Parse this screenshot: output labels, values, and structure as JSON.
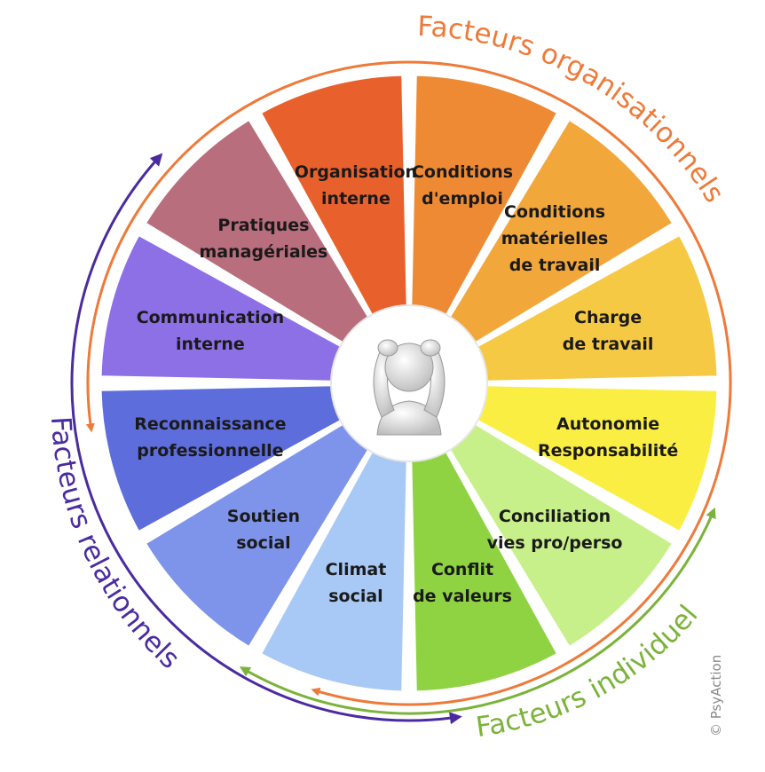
{
  "segments": [
    {
      "id": "conditions-emploi",
      "lines": [
        "Conditions",
        "d'emploi"
      ],
      "color": "#EE8A33"
    },
    {
      "id": "conditions-materielles",
      "lines": [
        "Conditions",
        "matérielles",
        "de travail"
      ],
      "color": "#F2A73B"
    },
    {
      "id": "charge-travail",
      "lines": [
        "Charge",
        "de travail"
      ],
      "color": "#F6C944"
    },
    {
      "id": "autonomie",
      "lines": [
        "Autonomie",
        "Responsabilité"
      ],
      "color": "#FBEE43"
    },
    {
      "id": "conciliation",
      "lines": [
        "Conciliation",
        "vies pro/perso"
      ],
      "color": "#C8F08A"
    },
    {
      "id": "conflit-valeurs",
      "lines": [
        "Conflit",
        "de valeurs"
      ],
      "color": "#8FD343"
    },
    {
      "id": "climat-social",
      "lines": [
        "Climat",
        "social"
      ],
      "color": "#A8C9F5"
    },
    {
      "id": "soutien-social",
      "lines": [
        "Soutien",
        "social"
      ],
      "color": "#7E94EA"
    },
    {
      "id": "reconnaissance",
      "lines": [
        "Reconnaissance",
        "professionnelle"
      ],
      "color": "#5E6DDC"
    },
    {
      "id": "communication",
      "lines": [
        "Communication",
        "interne"
      ],
      "color": "#8E70E6"
    },
    {
      "id": "pratiques",
      "lines": [
        "Pratiques",
        "managériales"
      ],
      "color": "#B86E7C"
    },
    {
      "id": "organisation",
      "lines": [
        "Organisation",
        "interne"
      ],
      "color": "#E8612C"
    }
  ],
  "groups": {
    "organisationnels": {
      "label": "Facteurs organisationnels",
      "color": "#EE7A3A"
    },
    "relationnels": {
      "label": "Facteurs relationnels",
      "color": "#4A2BA0"
    },
    "individuels": {
      "label": "Facteurs individuels",
      "color": "#7BB33A"
    }
  },
  "center": {
    "icon": "stressed-person-icon"
  },
  "copyright": "© PsyAction"
}
